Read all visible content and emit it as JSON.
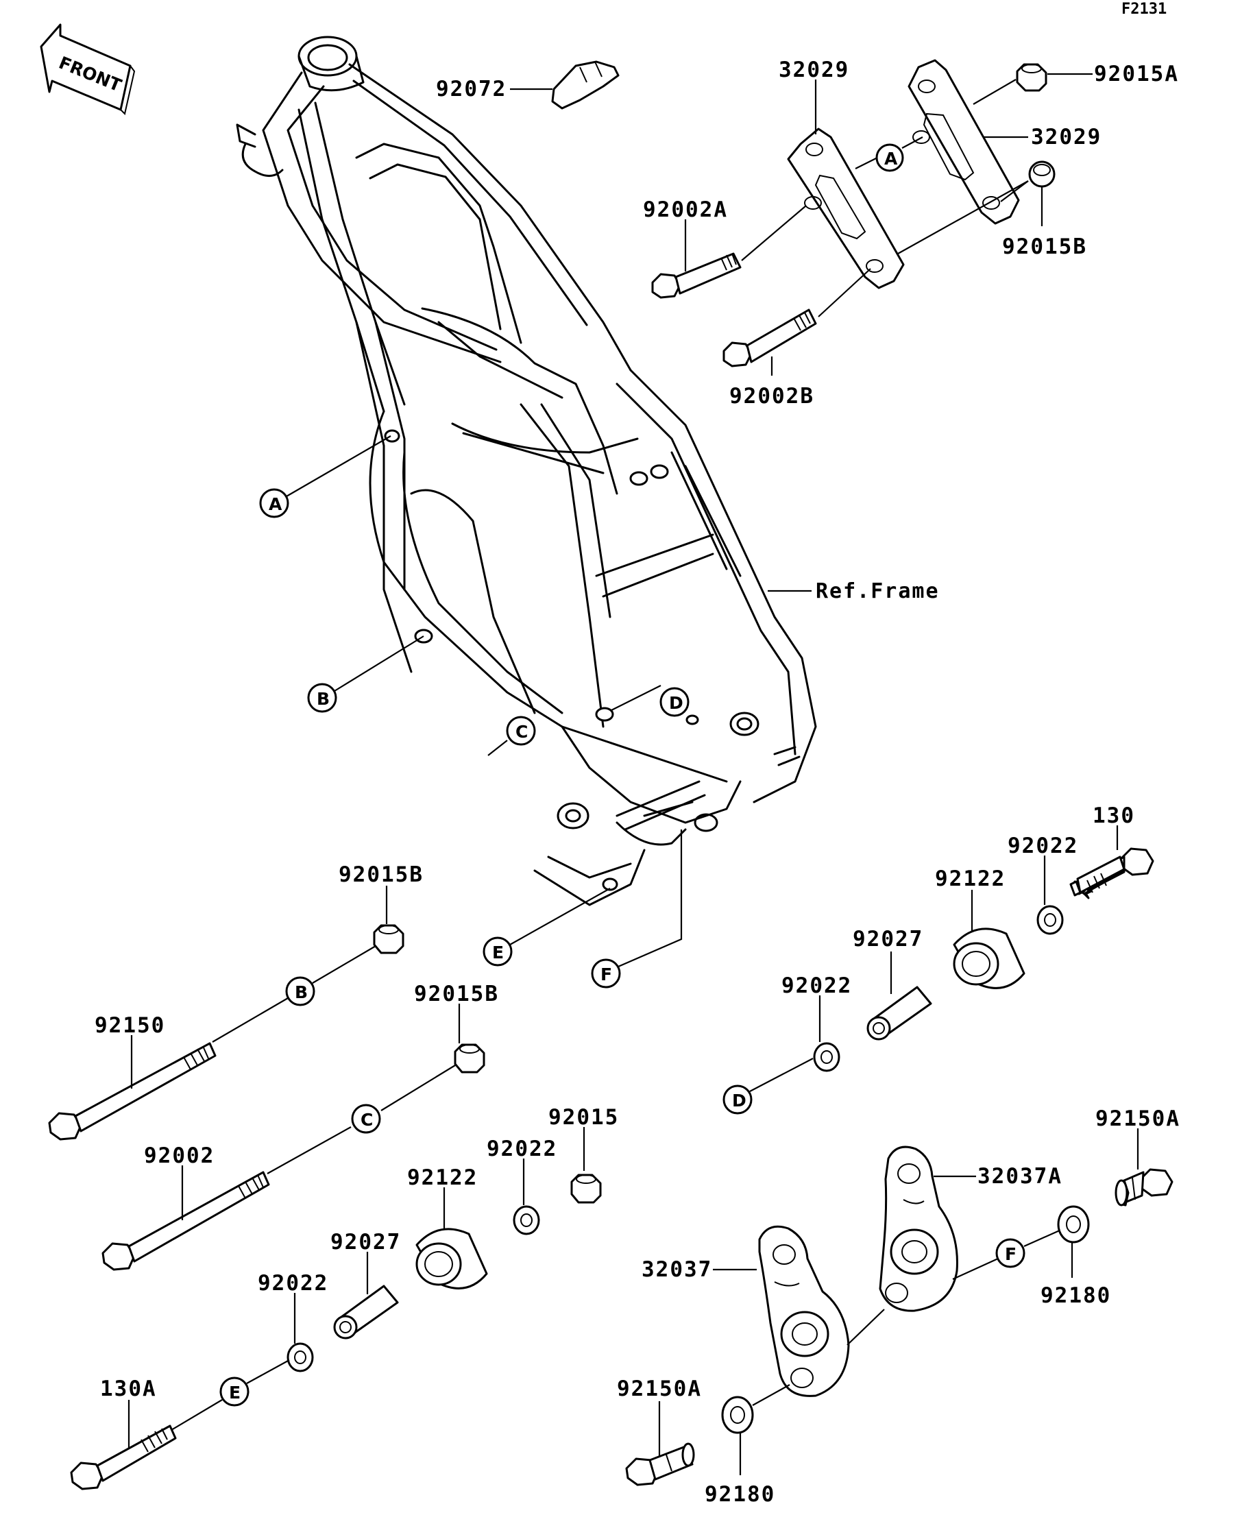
{
  "diagram_code": "F2131",
  "front_label": "FRONT",
  "ref_frame_label": "Ref.Frame",
  "callouts": {
    "p_92072": "92072",
    "p_32029_top": "32029",
    "p_32029_right": "32029",
    "p_92015A": "92015A",
    "p_92015B_top": "92015B",
    "p_92002A": "92002A",
    "p_92002B": "92002B",
    "p_92015B_b": "92015B",
    "p_92015B_c": "92015B",
    "p_92150": "92150",
    "p_92002": "92002",
    "p_92015": "92015",
    "p_92022_1": "92022",
    "p_92122_1": "92122",
    "p_92027_1": "92027",
    "p_92022_2": "92022",
    "p_130A": "130A",
    "p_130": "130",
    "p_92022_3": "92022",
    "p_92122_2": "92122",
    "p_92027_2": "92027",
    "p_92022_4": "92022",
    "p_92150A_1": "92150A",
    "p_32037A": "32037A",
    "p_32037": "32037",
    "p_92180_1": "92180",
    "p_92150A_2": "92150A",
    "p_92180_2": "92180"
  },
  "letters": {
    "a1": "A",
    "a2": "A",
    "b1": "B",
    "b2": "B",
    "c1": "C",
    "c2": "C",
    "d1": "D",
    "d2": "D",
    "e1": "E",
    "e2": "E",
    "f1": "F",
    "f2": "F"
  }
}
